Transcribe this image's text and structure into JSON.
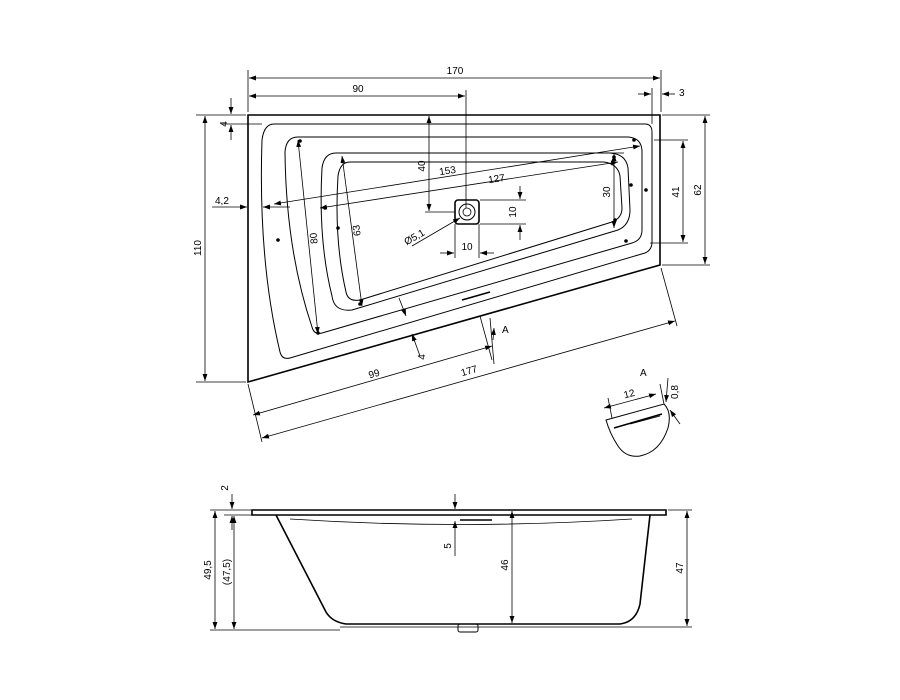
{
  "top_view": {
    "dims": {
      "overall_length": "170",
      "to_drain_x": "90",
      "rim_right": "3",
      "rim_top": "4",
      "overall_width": "110",
      "left_offset": "4,2",
      "drain_y": "40",
      "inner_diag_long": "153",
      "inner_diag_short": "127",
      "right_height_inner": "30",
      "right_height_mid": "41",
      "right_height_outer": "62",
      "drain_box_height": "10",
      "drain_box_width": "10",
      "drain_diameter": "Ø5,1",
      "left_height_inner": "63",
      "left_height_outer": "80",
      "lower_offset": "4",
      "lower_inner": "99",
      "lower_outer": "177"
    },
    "section_marker": "A"
  },
  "detail_a": {
    "title": "A",
    "dims": {
      "width": "12",
      "thickness": "0,8"
    }
  },
  "side_view": {
    "dims": {
      "rim": "2",
      "total_height": "49,5",
      "inner_height": "(47,5)",
      "overflow_offset": "5",
      "center_depth": "46",
      "right_height": "47"
    }
  }
}
